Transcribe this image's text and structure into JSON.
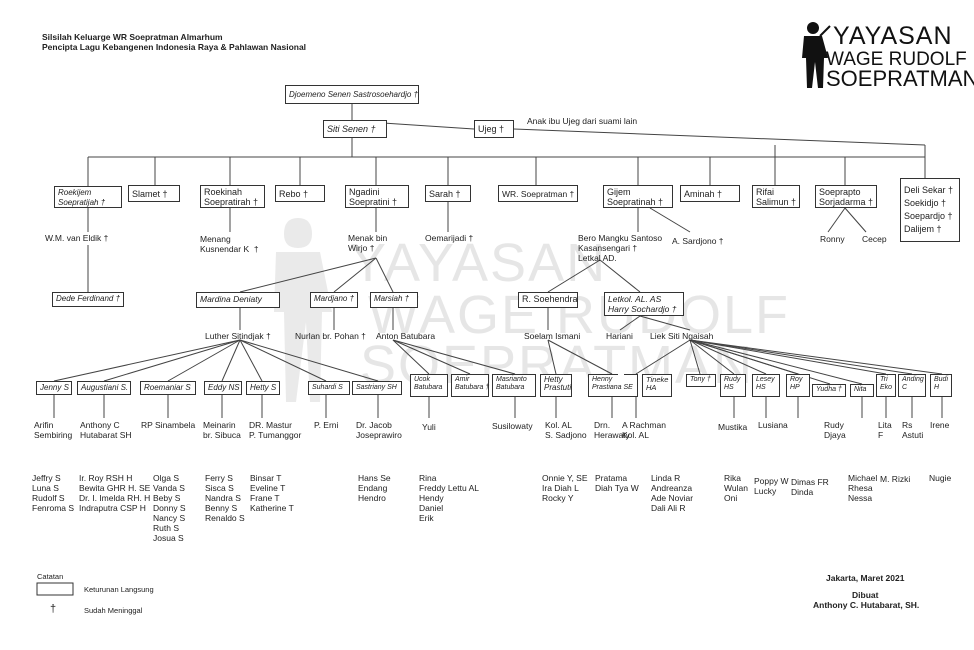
{
  "header": {
    "title": "Silsilah Keluarge WR Soepratman Almarhum",
    "subtitle": "Pencipta Lagu Kebangenen Indonesia Raya & Pahlawan Nasional"
  },
  "logo": {
    "line1": "YAYASAN",
    "line2": "WAGE RUDOLF",
    "line3": "SOEPRATMAN"
  },
  "watermark": {
    "line1": "YAYASAN",
    "line2": "WAGE RUDOLF",
    "line3": "SOEPRATMAN"
  },
  "root": "Djoemeno Senen Sastrosoehardjo †",
  "gen1": {
    "mother": "Siti Senen †",
    "father": "Ujeg †",
    "note": "Anak ibu Ujeg dari suami lain"
  },
  "gen2": {
    "roekijem": "Roekijem\nSoepratijah †",
    "slamet": "Slamet †",
    "roekinah": "Roekinah\nSoepratirah †",
    "rebo": "Rebo †",
    "ngadini": "Ngadini\nSoepratini †",
    "sarah": "Sarah †",
    "wr": "WR. Soepratman †",
    "gijem": "Gijem\nSoepratinah †",
    "aminah": "Aminah †",
    "rifai": "Rifai\nSalimun †",
    "soeprapto": "Soeprapto\nSorjadarma †",
    "deli": "Deli Sekar †\nSoekidjo †\nSoepardjo †\nDalijem †"
  },
  "spouses": {
    "eldik": "W.M. van Eldik †",
    "menang": "Menang\nKusnendar K  †",
    "menak": "Menak bin\nWirjo †",
    "oemarijadi": "Oemarijadi †",
    "bero": "Bero Mangku Santoso\nKasansengari †\nLetkal AD.",
    "sardjono": "A. Sardjono †",
    "ronny": "Ronny",
    "cecep": "Cecep"
  },
  "gen3": {
    "dede": "Dede Ferdinand †",
    "mardina": "Mardina Deniaty",
    "mardjano": "Mardjano †",
    "marsiah": "Marsiah †",
    "soehendra": "R. Soehendra",
    "letkol": "Letkol. AL. AS\nHarry Sochardjo †"
  },
  "gen3_spouses": {
    "luther": "Luther Sitindjak †",
    "nurlan": "Nurlan br. Pohan †",
    "anton": "Anton Batubara",
    "soelam": "Soelam Ismani",
    "hariani": "Hariani",
    "liek": "Liek Siti Ngaisah"
  },
  "gen4": [
    {
      "name": "Jenny S",
      "spouse": "Arifin\nSembiring",
      "kids": "Jeffry S\nLuna S\nRudolf S\nFenroma S"
    },
    {
      "name": "Augustiani S.",
      "spouse": "Anthony C\nHutabarat SH",
      "kids": "Ir. Roy RSH H\nBewita GHR H. SE\nDr. I. Imelda RH. H\nIndraputra CSP H"
    },
    {
      "name": "Roemaniar S",
      "spouse": "RP Sinambela",
      "kids": "Olga S\nVanda S\nBeby S\nDonny S\nNancy S\nRuth S\nJosua S"
    },
    {
      "name": "Eddy NS",
      "spouse": "Meinarin\nbr. Sibuca",
      "kids": "Ferry S\nSisca S\nNandra S\nBenny S\nRenaldo S"
    },
    {
      "name": "Hetty S",
      "spouse": "DR. Mastur\nP. Tumanggor",
      "kids": "Binsar T\nEveline T\nFrane T\nKatherine T"
    },
    {
      "name": "Suhardi S",
      "spouse": "P. Erni",
      "kids": ""
    },
    {
      "name": "Sastriany SH",
      "spouse": "Dr. Jacob\nJoseprawiro",
      "kids": "Hans Se\nEndang\nHendro"
    },
    {
      "name": "Ucok\nBatubara",
      "spouse": "Yuli",
      "kids": "Rina\nFreddy Lettu AL\nHendy\nDaniel\nErik"
    },
    {
      "name": "Amir\nBatubara †",
      "spouse": "",
      "kids": ""
    },
    {
      "name": "Masrianto\nBatubara",
      "spouse": "Susilowaty",
      "kids": ""
    },
    {
      "name": "Hetty\nPrastuti",
      "spouse": "Kol. AL\nS. Sadjono",
      "kids": "Onnie Y, SE\nIra Diah L\nRocky Y"
    },
    {
      "name": "Henny\nPrastiana SE",
      "spouse": "Drn.\nHerawaty",
      "kids": "Pratama\nDiah Tya W"
    },
    {
      "name": "Tineke\nHA",
      "spouse": "A Rachman\nKol. AL",
      "kids": "Linda R\nAndreanza\nAde Noviar\nDali Ali R"
    },
    {
      "name": "Tony †",
      "spouse": "",
      "kids": ""
    },
    {
      "name": "Rudy\nHS",
      "spouse": "Mustika",
      "kids": "Rika\nWulan\nOni"
    },
    {
      "name": "Lesey\nHS",
      "spouse": "Lusiana",
      "kids": "Poppy W\nLucky"
    },
    {
      "name": "Roy\nHP",
      "spouse": "",
      "kids": "Dimas FR\nDinda"
    },
    {
      "name": "Yudha †",
      "spouse": "Rudy\nDjaya",
      "kids": "Michael\nRhesa\nNessa"
    },
    {
      "name": "Nita",
      "spouse": "",
      "kids": ""
    },
    {
      "name": "Tri\nEko",
      "spouse": "Lita\nF",
      "kids": "M. Rizki"
    },
    {
      "name": "Anding\nC",
      "spouse": "Rs\nAstuti",
      "kids": ""
    },
    {
      "name": "Budi\nH",
      "spouse": "Irene",
      "kids": "Nugie"
    }
  ],
  "legend": {
    "title": "Catatan",
    "box_label": "Keturunan Langsung",
    "dagger": "†",
    "dagger_label": "Sudah Meninggal"
  },
  "footer": {
    "place_date": "Jakarta, Maret 2021",
    "made_by": "Dibuat",
    "author": "Anthony C. Hutabarat, SH."
  }
}
